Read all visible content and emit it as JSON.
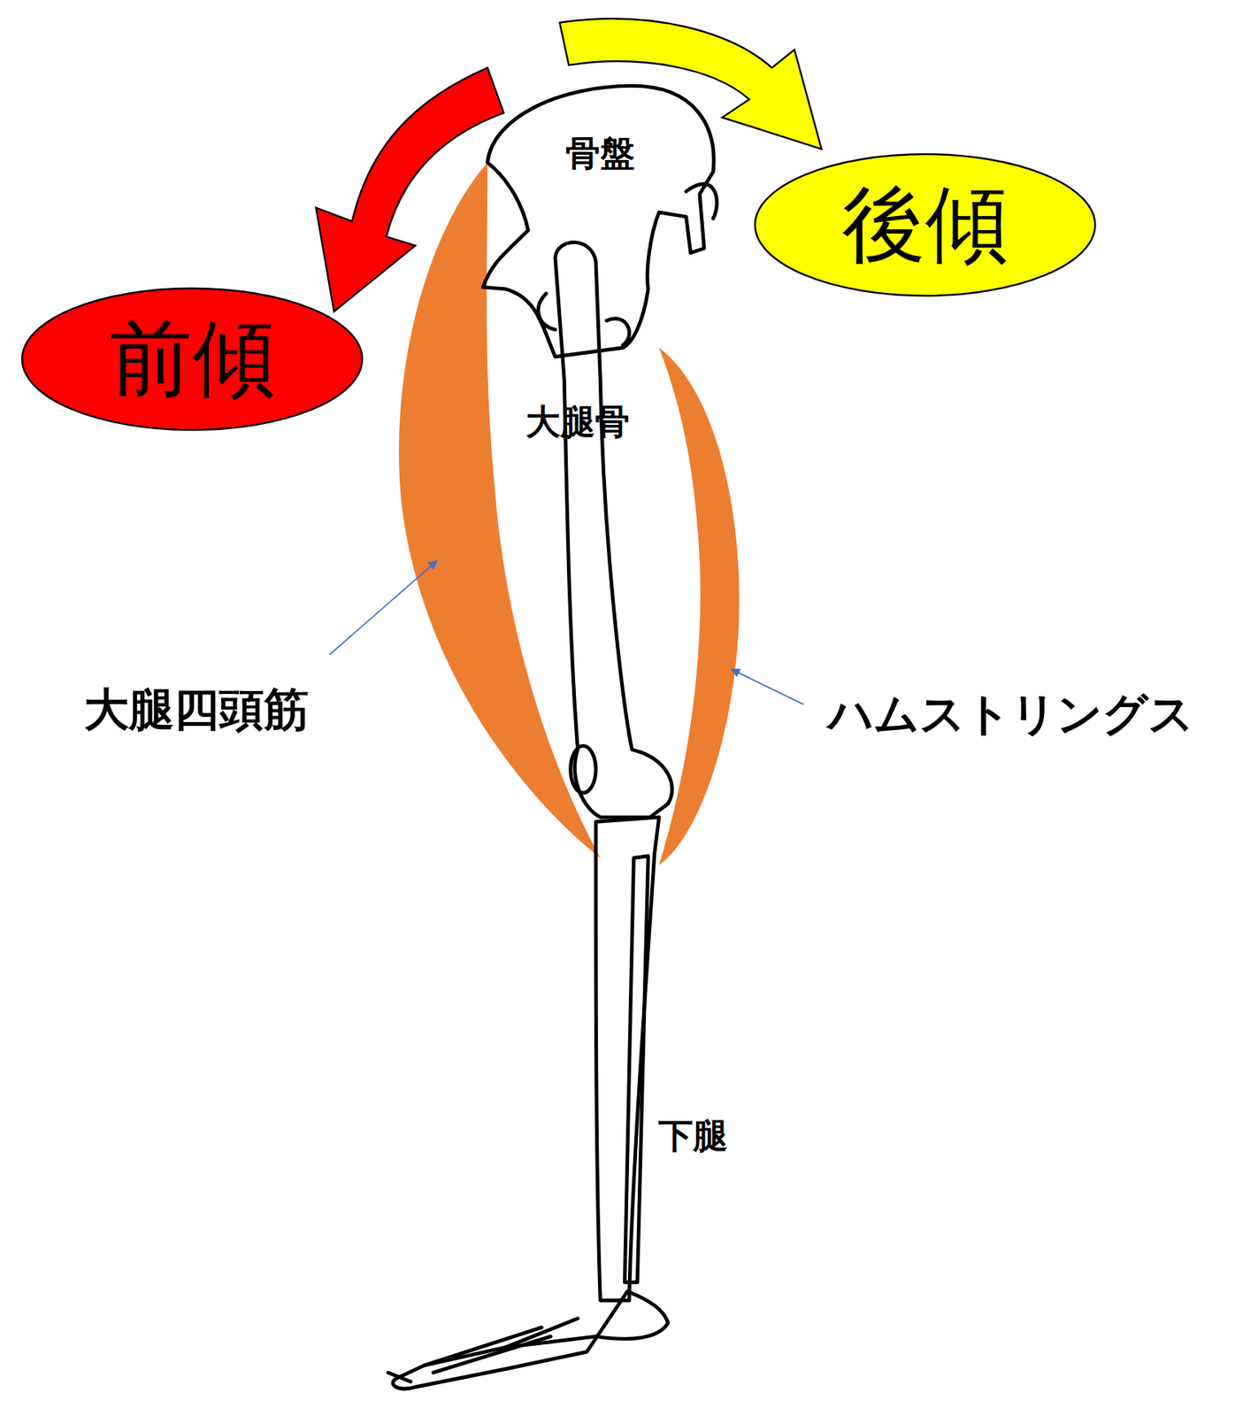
{
  "diagram": {
    "nodes": [
      {
        "text": [
          "後傾"
        ]
      },
      {
        "text": [
          "前傾"
        ]
      }
    ],
    "labels": [
      "骨盤",
      "大腿骨",
      "大腿四頭筋",
      "ハムストリングス",
      "下腿"
    ]
  }
}
